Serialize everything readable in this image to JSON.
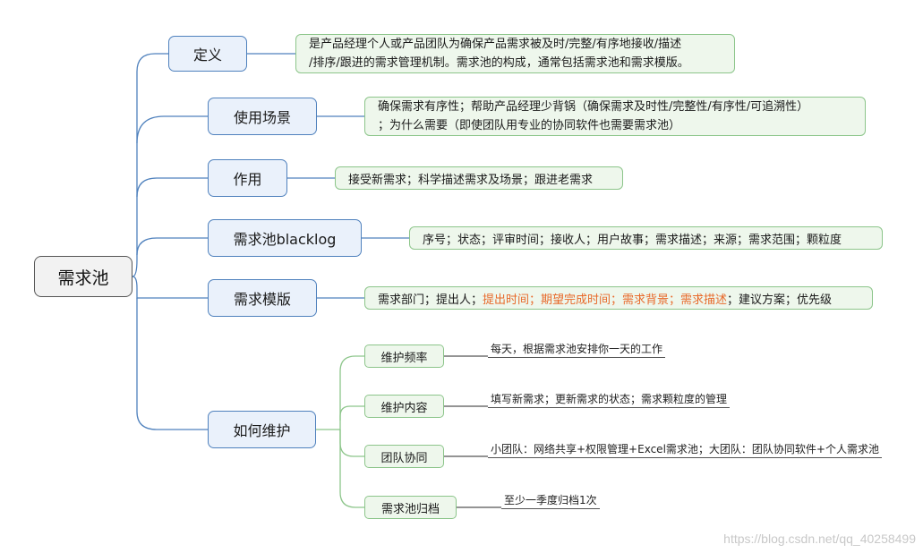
{
  "root": "需求池",
  "branches": {
    "definition": {
      "label": "定义",
      "line1": "是产品经理个人或产品团队为确保产品需求被及时/完整/有序地接收/描述",
      "line2": "/排序/跟进的需求管理机制。需求池的构成，通常包括需求池和需求模版。"
    },
    "scenario": {
      "label": "使用场景",
      "line1": "确保需求有序性；帮助产品经理少背锅（确保需求及时性/完整性/有序性/可追溯性）",
      "line2": "；为什么需要（即使团队用专业的协同软件也需要需求池）"
    },
    "purpose": {
      "label": "作用",
      "text": "接受新需求；科学描述需求及场景；跟进老需求"
    },
    "backlog": {
      "label": "需求池blacklog",
      "text": "序号；状态；评审时间；接收人；用户故事；需求描述；来源；需求范围；颗粒度"
    },
    "template": {
      "label": "需求模版",
      "text_before": "需求部门；提出人；",
      "text_highlight": "提出时间；期望完成时间；需求背景；需求描述",
      "text_after": "；建议方案；优先级"
    },
    "maintain": {
      "label": "如何维护",
      "items": [
        {
          "label": "维护频率",
          "note": "每天，根据需求池安排你一天的工作"
        },
        {
          "label": "维护内容",
          "note": "填写新需求；更新需求的状态；需求颗粒度的管理"
        },
        {
          "label": "团队协同",
          "note": "小团队：网络共享+权限管理+Excel需求池；大团队：团队协同软件+个人需求池"
        },
        {
          "label": "需求池归档",
          "note": "至少一季度归档1次"
        }
      ]
    }
  },
  "colors": {
    "main_border": "#4f81bd",
    "leaf_border": "#8cc58a",
    "highlight": "#e8692a"
  },
  "watermark": "https://blog.csdn.net/qq_40258499"
}
